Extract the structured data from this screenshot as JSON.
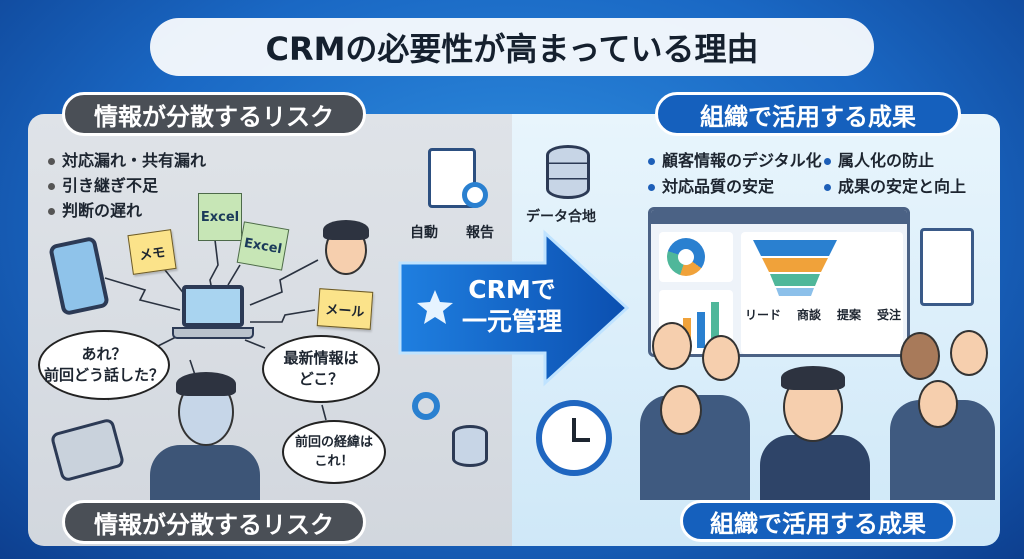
{
  "title": "CRMの必要性が高まっている理由",
  "left": {
    "header": "情報が分散するリスク",
    "bullets": [
      "対応漏れ・共有漏れ",
      "引き継ぎ不足",
      "判断の遅れ"
    ],
    "notes": {
      "memo": "メモ",
      "excel1": "Excel",
      "excel2": "Excel",
      "mail": "メール"
    },
    "bubbles": {
      "b1": "あれ？\n前回どう話した？",
      "b2": "最新情報は\nどこ？",
      "b3": "前回の経緯は\nこれ！"
    },
    "footer": "情報が分散するリスク"
  },
  "center": {
    "auto_label": "自動",
    "report_label": "報告",
    "data_label": "データ合地",
    "arrow_line1": "CRMで",
    "arrow_line2": "一元管理"
  },
  "right": {
    "header": "組織で活用する成果",
    "bullets": [
      "顧客情報のデジタル化",
      "属人化の防止",
      "対応品質の安定",
      "成果の安定と向上"
    ],
    "funnel_stages": [
      "リード",
      "商談",
      "提案",
      "受注"
    ],
    "footer": "組織で活用する成果"
  },
  "colors": {
    "accent": "#1560bd",
    "dark": "#4a4f56"
  }
}
